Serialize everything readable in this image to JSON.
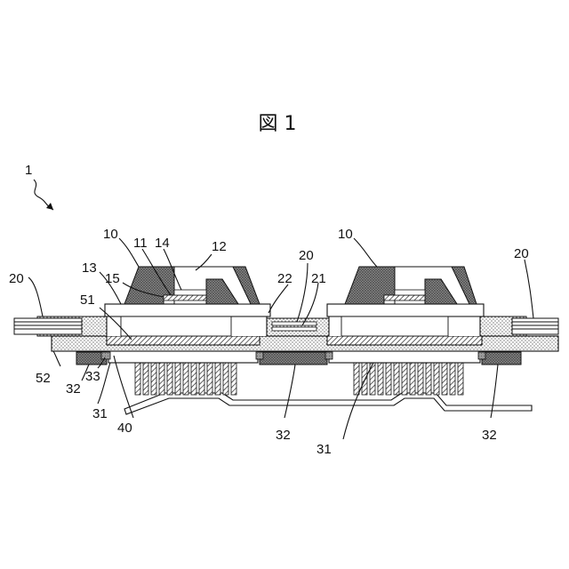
{
  "figure": {
    "title": "図 1"
  },
  "labels": {
    "device": "1",
    "module_left": "10",
    "module_right": "10",
    "l11": "11",
    "l12": "12",
    "l13": "13",
    "l14": "14",
    "l15": "15",
    "l20_left": "20",
    "l20_mid": "20",
    "l20_right": "20",
    "l21": "21",
    "l22": "22",
    "l51": "51",
    "l52": "52",
    "l32_a": "32",
    "l32_b": "32",
    "l32_c": "32",
    "l33": "33",
    "l31_a": "31",
    "l31_b": "31",
    "l40": "40"
  },
  "colors": {
    "ink": "#111111",
    "paper": "#ffffff",
    "dark_fill": "#7a7a7a"
  }
}
